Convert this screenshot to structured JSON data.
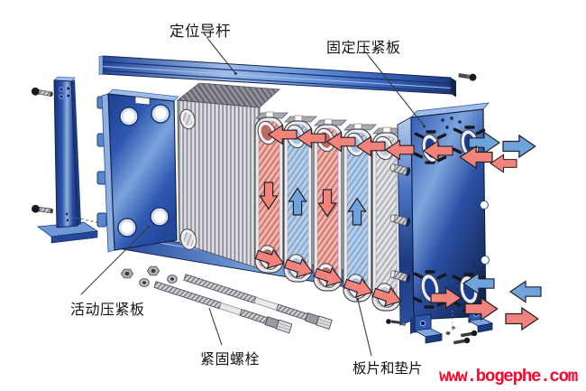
{
  "labels": {
    "guide_rod": "定位导杆",
    "fixed_pressure_plate": "固定压紧板",
    "movable_pressure_plate": "活动压紧板",
    "tightening_bolts": "紧固螺栓",
    "plates_and_gaskets": "板片和垫片"
  },
  "watermark": {
    "text": "www.bogephe.com",
    "color": "#f5082d"
  },
  "colors": {
    "frame_blue": "#2e58b0",
    "frame_dark_blue": "#16306e",
    "frame_light_blue": "#9dbce8",
    "hot_flow_red": "#f2837b",
    "hot_channel_pink": "#f1b6b0",
    "cold_flow_blue": "#6fa3dc",
    "cold_channel_blue": "#b9cfe9",
    "steel_gray": "#c8c8cc"
  }
}
